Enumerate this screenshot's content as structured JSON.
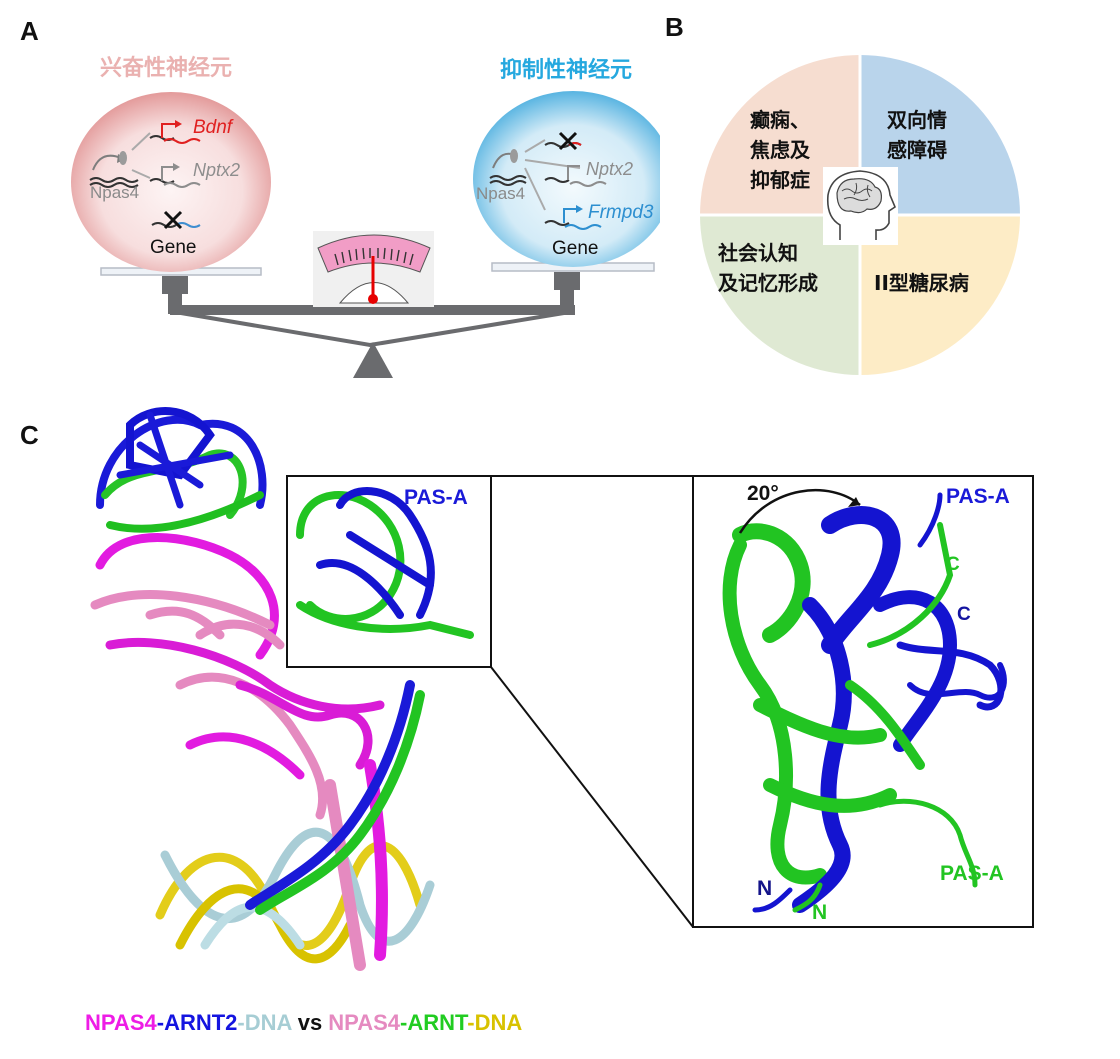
{
  "panel_a": {
    "letter": "A",
    "left_title": "兴奋性神经元",
    "right_title": "抑制性神经元",
    "left": {
      "npas4": "Npas4",
      "gene1": "Bdnf",
      "gene2": "Nptx2",
      "gene3": "Gene"
    },
    "right": {
      "npas4": "Npas4",
      "gene2": "Nptx2",
      "gene3": "Frmpd3",
      "gene4": "Gene"
    }
  },
  "panel_b": {
    "letter": "B",
    "quadrants": [
      {
        "label": "癫痫、焦虑及抑郁症",
        "lines": [
          "癫痫、",
          "焦虑及",
          "抑郁症"
        ],
        "color": "#f6ddd0"
      },
      {
        "label": "双向情感障碍",
        "lines": [
          "双向情",
          "感障碍"
        ],
        "color": "#b9d4eb"
      },
      {
        "label": "社会认知及记忆形成",
        "lines": [
          "社会认知",
          "及记忆形成"
        ],
        "color": "#dfe9d3"
      },
      {
        "label": "II型糖尿病",
        "lines": [
          "II型糖尿病"
        ],
        "color": "#fdecc6"
      }
    ]
  },
  "panel_c": {
    "letter": "C",
    "pas_a_box_label": "PAS-A",
    "zoom": {
      "angle": "20°",
      "blue_label": "PAS-A",
      "green_label": "PAS-A",
      "c_green": "C",
      "c_blue": "C",
      "n_blue": "N",
      "n_green": "N"
    },
    "legend": {
      "npas4_a": "NPAS4",
      "dash1": "-",
      "arnt2": "ARNT2",
      "dash2": "-",
      "dna_a": "DNA",
      "vs": " vs ",
      "npas4_b": "NPAS4",
      "dash3": "-",
      "arnt": "ARNT",
      "dash4": "-",
      "dna_b": "DNA"
    },
    "colors": {
      "npas4_magenta": "#ee1ce6",
      "arnt2_blue": "#1414e0",
      "dna_lightblue": "#a6cdd4",
      "npas4_pink": "#e58ac0",
      "arnt_green": "#21cc21",
      "dna_yellow": "#d8c200"
    }
  }
}
